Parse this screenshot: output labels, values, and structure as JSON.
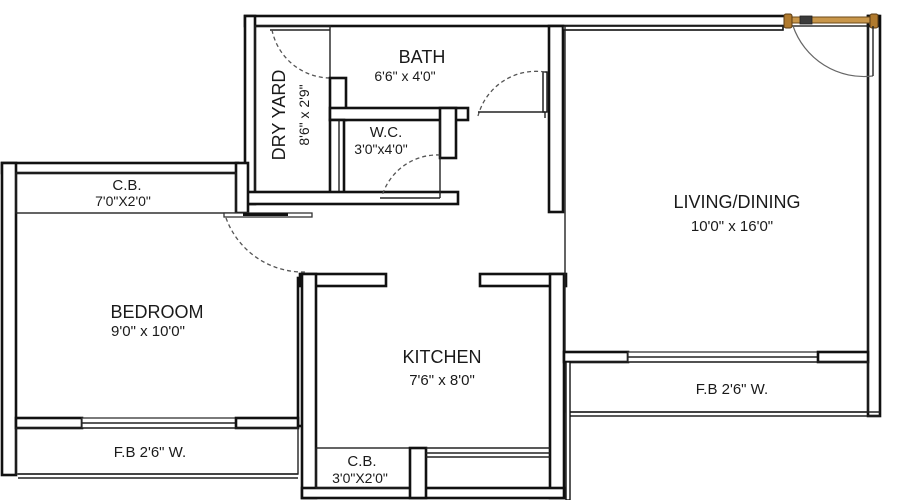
{
  "plan": {
    "rooms": {
      "bath": {
        "name": "BATH",
        "dims": "6'6\" x 4'0\""
      },
      "wc": {
        "name": "W.C.",
        "dims": "3'0\"x4'0\""
      },
      "dry_yard": {
        "name": "DRY YARD",
        "dims": "8'6\" x 2'9\""
      },
      "living": {
        "name": "LIVING/DINING",
        "dims": "10'0\" x 16'0\""
      },
      "bedroom": {
        "name": "BEDROOM",
        "dims": "9'0\" x 10'0\""
      },
      "bedroom_cb": {
        "name": "C.B.",
        "dims": "7'0\"X2'0\""
      },
      "kitchen": {
        "name": "KITCHEN",
        "dims": "7'6\" x 8'0\""
      },
      "kitchen_cb": {
        "name": "C.B.",
        "dims": "3'0\"X2'0\""
      },
      "bedroom_fb": {
        "name": "F.B 2'6\" W."
      },
      "living_fb": {
        "name": "F.B 2'6\" W."
      }
    },
    "colors": {
      "wall": "#111111",
      "background": "#ffffff",
      "main_door_frame": "#b8862e"
    }
  }
}
